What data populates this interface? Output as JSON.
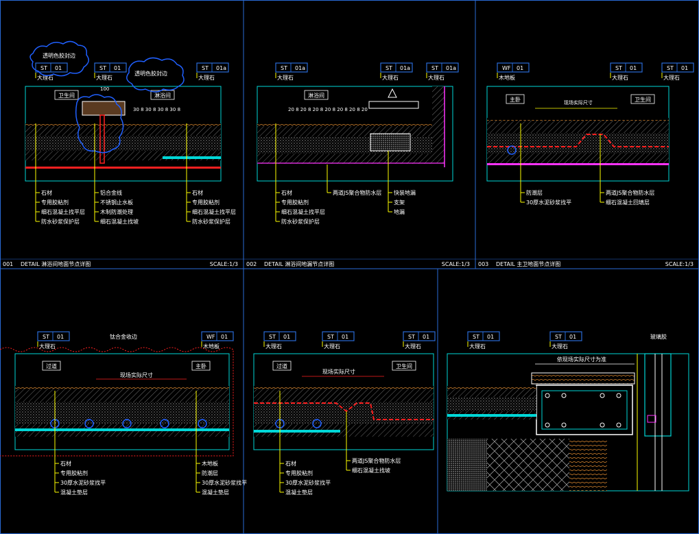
{
  "colors": {
    "background": "#000000",
    "frame": "#2a6bd6",
    "cyan": "#00d7d7",
    "yellow": "#ffff00",
    "red": "#ff2020",
    "white": "#ffffff",
    "magenta": "#ff33ff",
    "blue_cloud": "#2060ff"
  },
  "tags": {
    "st01": {
      "code": "ST",
      "num": "01"
    },
    "st01a": {
      "code": "ST",
      "num": "01a"
    },
    "wf01": {
      "code": "WF",
      "num": "01"
    }
  },
  "panels": [
    {
      "number": "001",
      "title": "DETAIL 淋浴间地面节点详图",
      "scale": "SCALE:1/3",
      "tag_names": [
        "大理石",
        "大理石",
        "大理石"
      ],
      "rooms": [
        "卫生间",
        "淋浴间"
      ],
      "leaders_left": [
        "石材",
        "专用胶粘剂",
        "细石混凝土找平层",
        "防水砂浆保护层"
      ],
      "leaders_mid": [
        "铝合金线",
        "不锈钢止水板",
        "木制防潮处理",
        "细石混凝土找坡"
      ],
      "leaders_right": [
        "石材",
        "专用胶粘剂",
        "细石混凝土找平层",
        "防水砂浆保护层"
      ],
      "clouds": [
        "透明色胶封边",
        "透明色胶封边"
      ],
      "dims": [
        "100",
        "30 8 30 8 30 8 30 8"
      ]
    },
    {
      "number": "002",
      "title": "DETAIL 淋浴间地漏节点详图",
      "scale": "SCALE:1/3",
      "tag_names": [
        "大理石",
        "大理石",
        "大理石"
      ],
      "rooms": [
        "淋浴间"
      ],
      "dims": [
        "20 8 20 8 20 8 20 8 20 8 20 8 20"
      ],
      "leaders_left": [
        "石材",
        "专用胶粘剂",
        "细石混凝土找平层",
        "防水砂浆保护层"
      ],
      "leaders_mid": [
        "两道JS聚合物防水层"
      ],
      "leaders_right": [
        "快装地漏",
        "支架",
        "地漏"
      ]
    },
    {
      "number": "003",
      "title": "DETAIL 主卫地面节点详图",
      "scale": "SCALE:1/3",
      "tag_names": [
        "木地板",
        "大理石",
        "大理石"
      ],
      "rooms": [
        "主卧",
        "卫生间"
      ],
      "dim_text": "现场实际尺寸",
      "leaders_left": [
        "防潮层",
        "30厚水泥砂浆找平"
      ],
      "leaders_right": [
        "两道JS聚合物防水层",
        "细石混凝土回填层"
      ]
    },
    {
      "title": "",
      "tag_names": [
        "大理石",
        "木地板"
      ],
      "rooms": [
        "过道",
        "主卧"
      ],
      "dim_text": "现场实际尺寸",
      "note": "钛合金收边",
      "leaders_left": [
        "石材",
        "专用胶粘剂",
        "30厚水泥砂浆找平",
        "混凝土垫层"
      ],
      "leaders_right": [
        "木地板",
        "防潮层",
        "30厚水泥砂浆找平",
        "混凝土垫层"
      ]
    },
    {
      "title": "",
      "tag_names": [
        "大理石",
        "大理石",
        "大理石"
      ],
      "rooms": [
        "过道",
        "卫生间"
      ],
      "dim_text": "现场实际尺寸",
      "leaders_left": [
        "石材",
        "专用胶粘剂",
        "30厚水泥砂浆找平",
        "混凝土垫层"
      ],
      "leaders_right": [
        "两道JS聚合物防水层",
        "细石混凝土找坡"
      ]
    },
    {
      "title": "",
      "tag_names": [
        "大理石",
        "大理石"
      ],
      "dim_text": "依现场实际尺寸为准",
      "note": "玻璃胶"
    }
  ]
}
